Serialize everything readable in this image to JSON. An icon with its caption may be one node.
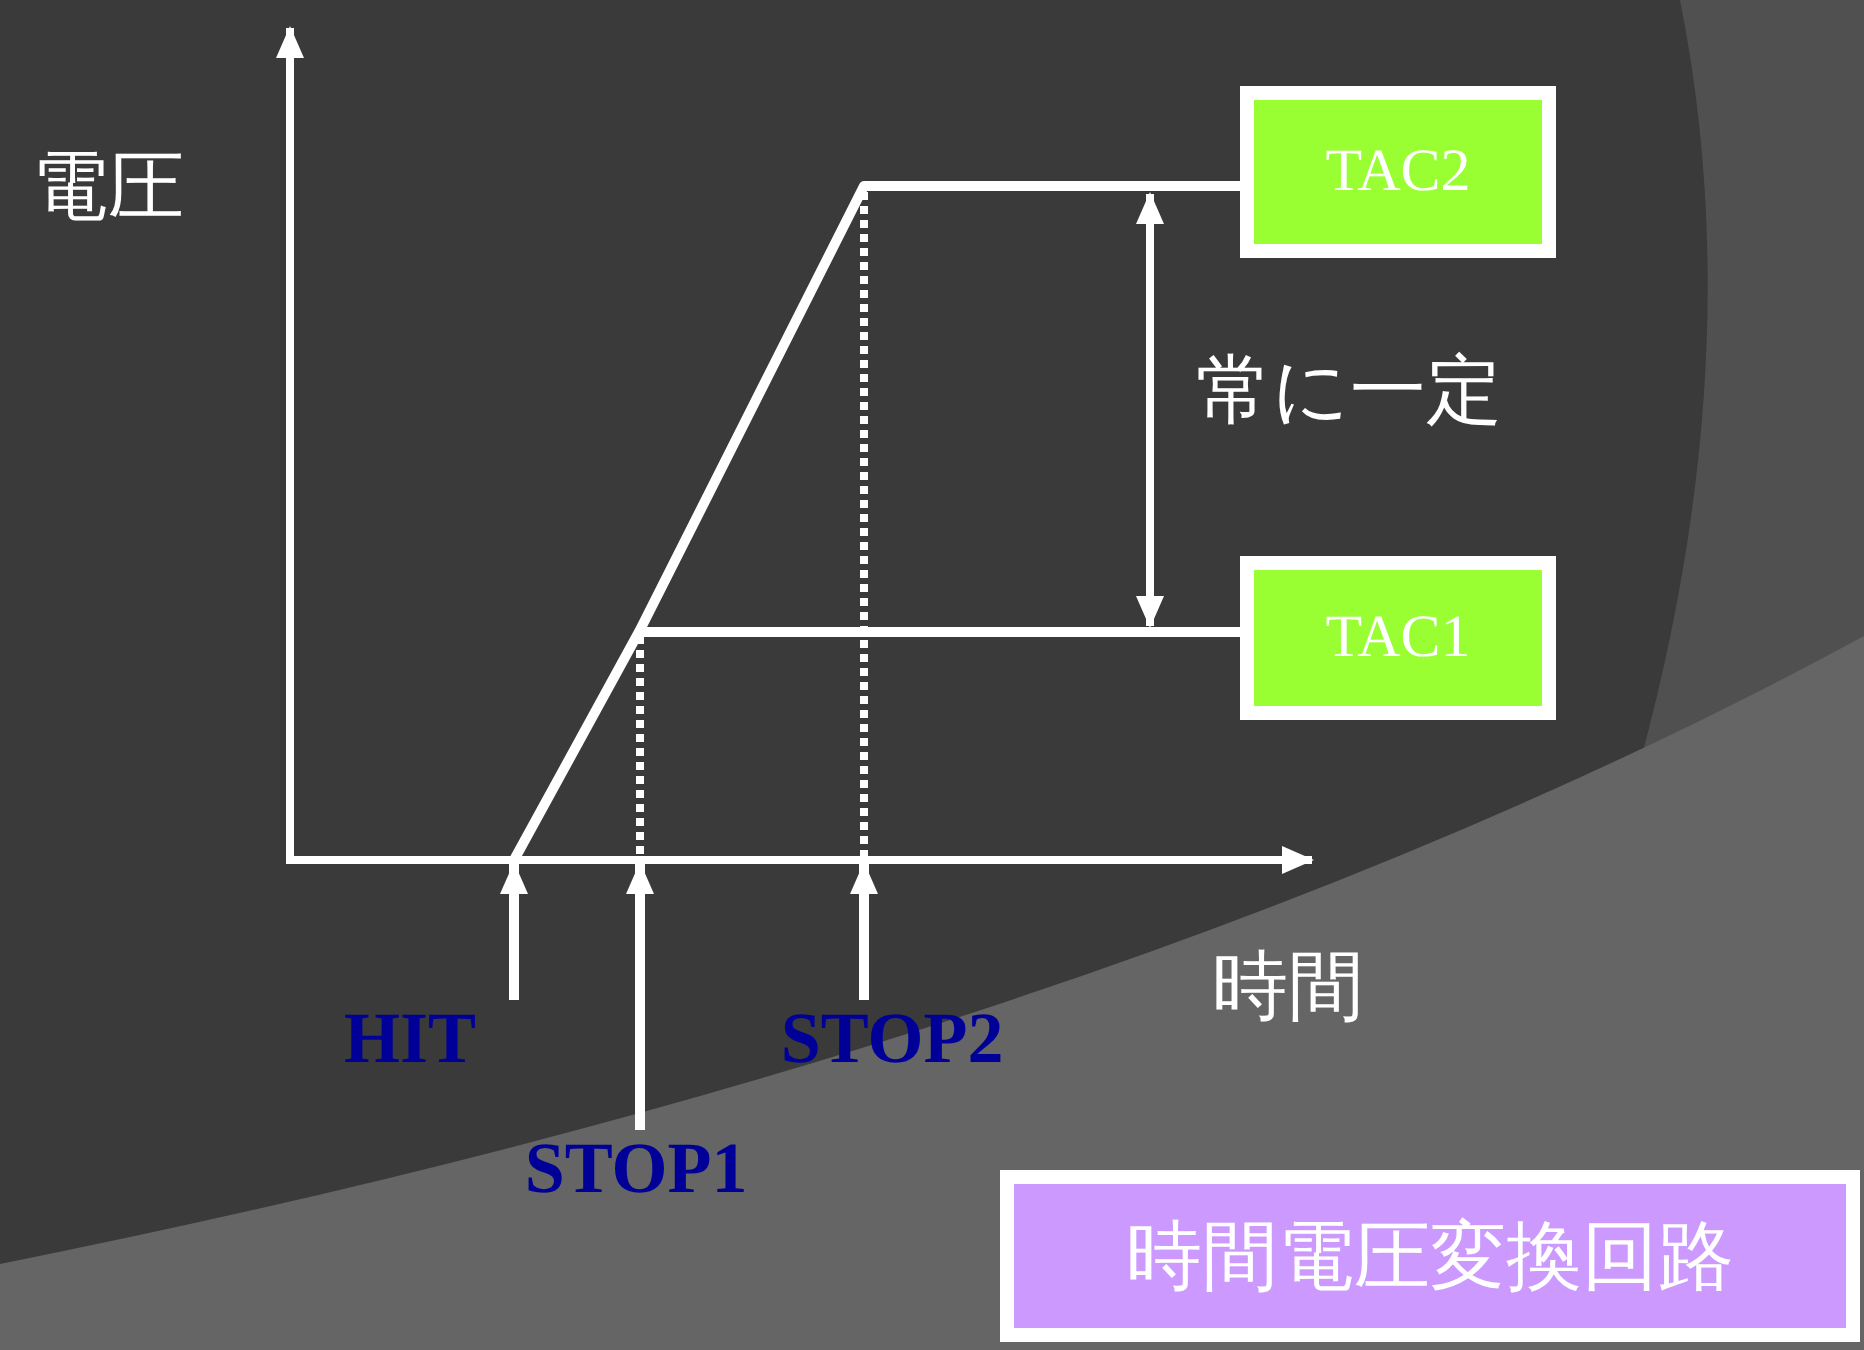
{
  "diagram": {
    "nodes": [
      {
        "text": [
          "TAC2"
        ]
      },
      {
        "text": [
          "TAC1"
        ]
      },
      {
        "text": [
          "HIT"
        ]
      },
      {
        "text": [
          "STOP1"
        ]
      },
      {
        "text": [
          "STOP2"
        ]
      },
      {
        "text": [
          "時間電圧変換回路"
        ]
      }
    ],
    "edges": [
      {
        "from": 2,
        "to": null,
        "arrow": "to"
      },
      {
        "from": 3,
        "to": null,
        "arrow": "to"
      },
      {
        "from": 4,
        "to": null,
        "arrow": "to"
      },
      {
        "from": null,
        "to": 0,
        "arrow": "none"
      },
      {
        "from": null,
        "to": 1,
        "arrow": "none"
      }
    ],
    "labels": [
      "電圧",
      "常に一定",
      "時間"
    ]
  }
}
